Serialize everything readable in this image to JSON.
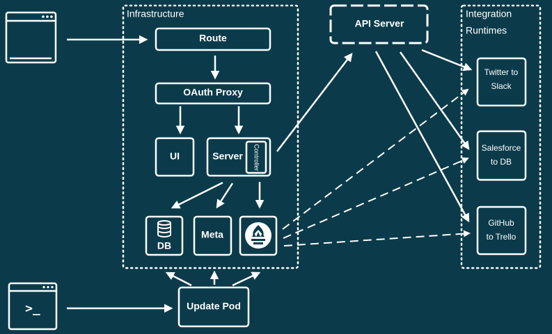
{
  "colors": {
    "background": "#0b3b4a",
    "foreground": "#ffffff"
  },
  "groups": {
    "infrastructure": "Infrastructure",
    "integration_line1": "Integration",
    "integration_line2": "Runtimes"
  },
  "nodes": {
    "route": "Route",
    "oauth_proxy": "OAuth Proxy",
    "ui": "UI",
    "server": "Server",
    "controller": "Controller",
    "db": "DB",
    "meta": "Meta",
    "api_server": "API Server",
    "update_pod": "Update Pod",
    "twitter_line1": "Twitter to",
    "twitter_line2": "Slack",
    "salesforce_line1": "Salesforce",
    "salesforce_line2": "to DB",
    "github_line1": "GitHub",
    "github_line2": "to Trello",
    "terminal_prompt": ">_"
  },
  "icons": {
    "browser": "browser-window-icon",
    "terminal": "terminal-window-icon",
    "database": "database-icon",
    "monitoring": "prometheus-torch-icon"
  }
}
